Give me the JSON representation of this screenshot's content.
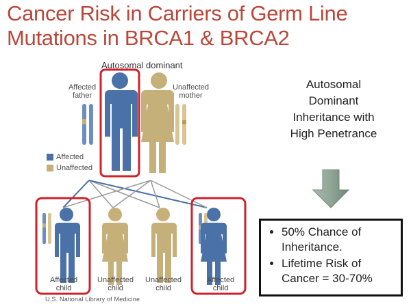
{
  "title": {
    "line1": "Cancer Risk in Carriers of Germ Line",
    "line2": "Mutations in BRCA1 & BRCA2"
  },
  "diagram": {
    "heading": "Autosomal dominant",
    "father_label": [
      "Affected",
      "father"
    ],
    "mother_label": [
      "Unaffected",
      "mother"
    ],
    "legend": [
      {
        "label": "Affected",
        "color": "#4a72a8"
      },
      {
        "label": "Unaffected",
        "color": "#c6b07a"
      }
    ],
    "children": [
      {
        "label": [
          "Affected",
          "child"
        ],
        "affected": true
      },
      {
        "label": [
          "Unaffected",
          "child"
        ],
        "affected": false
      },
      {
        "label": [
          "Unaffected",
          "child"
        ],
        "affected": false
      },
      {
        "label": [
          "Affected",
          "child"
        ],
        "affected": true
      }
    ],
    "credit": "U.S. National Library of Medicine"
  },
  "side_text": [
    "Autosomal",
    "Dominant",
    "Inheritance with",
    "High Penetrance"
  ],
  "box": {
    "items": [
      "50% Chance of Inheritance.",
      "Lifetime Risk of Cancer = 30-70%"
    ]
  },
  "colors": {
    "title": "#b8483a",
    "affected": "#4a72a8",
    "unaffected": "#c6b07a",
    "highlight": "#d0212b",
    "arrow": "#8fa596"
  }
}
